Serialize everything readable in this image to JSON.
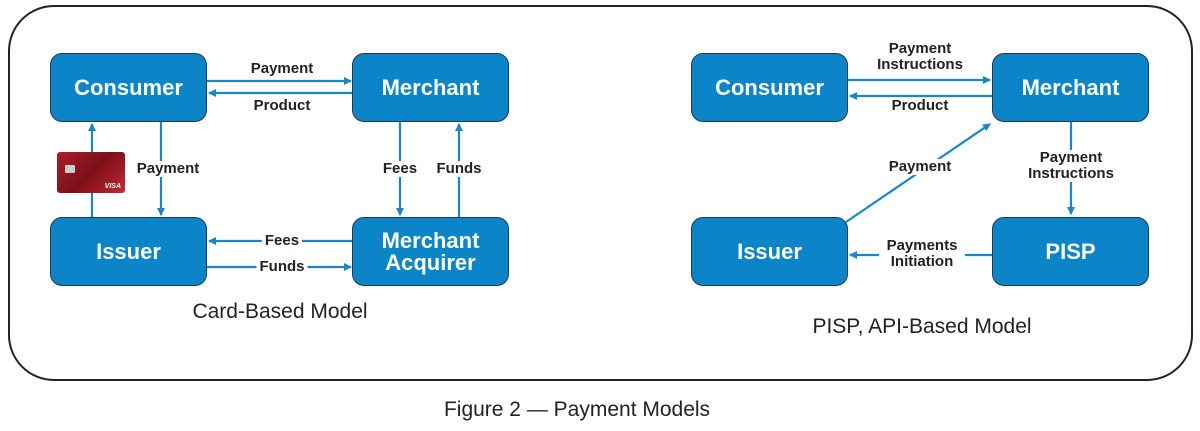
{
  "caption": "Figure 2 — Payment Models",
  "colors": {
    "box": "#0b84c8",
    "arrow": "#1a86c8",
    "frame": "#222222"
  },
  "card_model": {
    "title": "Card-Based Model",
    "boxes": {
      "consumer": "Consumer",
      "merchant": "Merchant",
      "issuer": "Issuer",
      "acquirer": "Merchant Acquirer"
    },
    "labels": {
      "payment_top": "Payment",
      "product": "Product",
      "payment_side": "Payment",
      "fees_down": "Fees",
      "funds_up": "Funds",
      "fees_left": "Fees",
      "funds_right": "Funds"
    },
    "card_image": {
      "brand": "VISA"
    }
  },
  "pisp_model": {
    "title": "PISP, API-Based Model",
    "boxes": {
      "consumer": "Consumer",
      "merchant": "Merchant",
      "issuer": "Issuer",
      "pisp": "PISP"
    },
    "labels": {
      "payment_instructions_top": "Payment Instructions",
      "product": "Product",
      "payment_diag": "Payment",
      "payment_instructions_side": "Payment Instructions",
      "payments_initiation": "Payments Initiation"
    }
  }
}
